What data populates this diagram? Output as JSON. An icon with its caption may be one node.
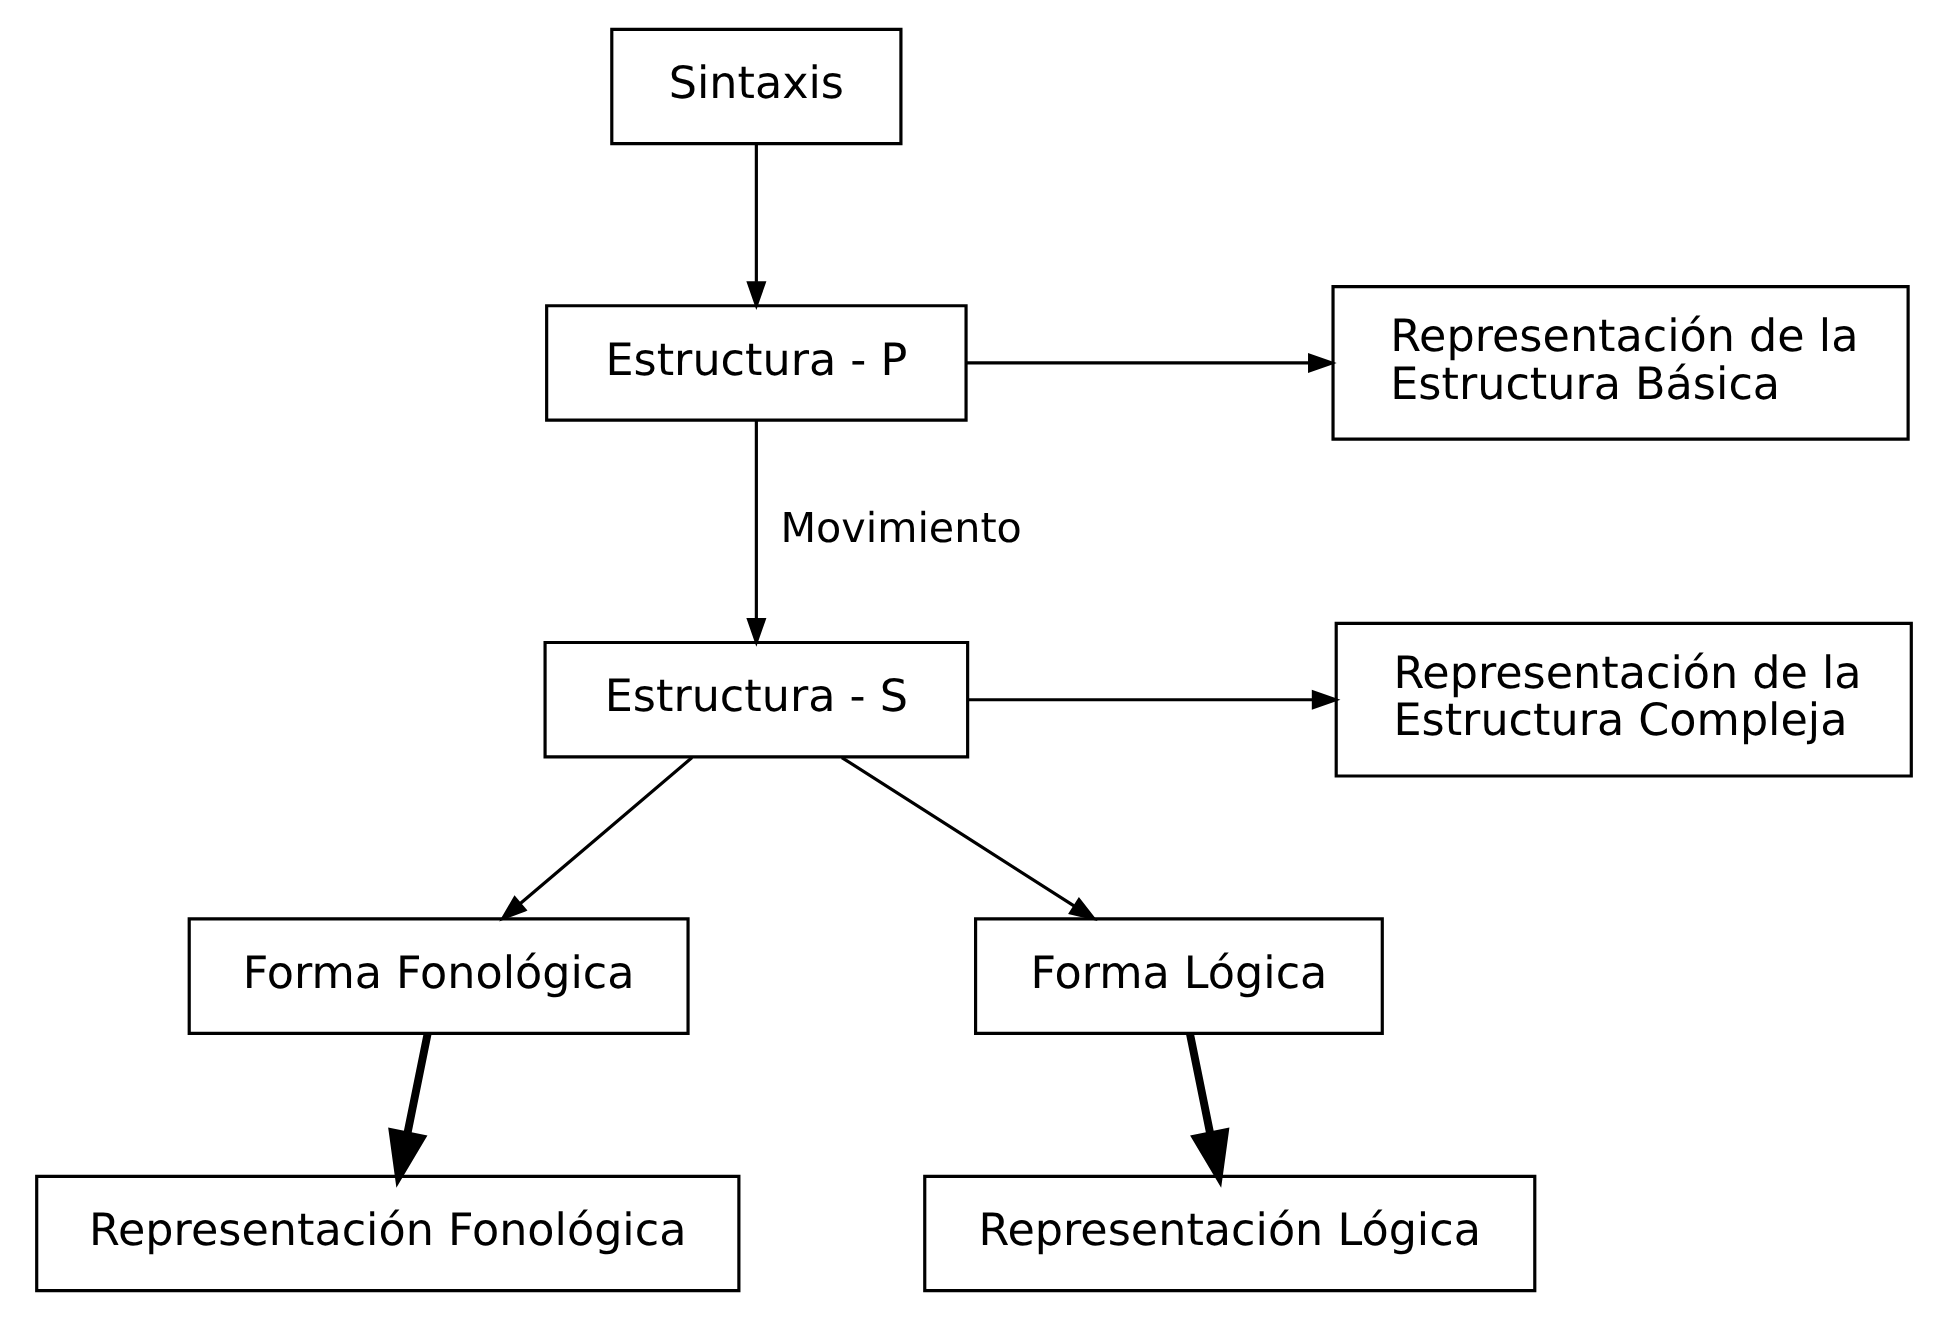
{
  "diagram": {
    "nodes": [
      {
        "text": [
          "Sintaxis"
        ]
      },
      {
        "text": [
          "Estructura - P"
        ]
      },
      {
        "text": [
          "Representación de la Estructura Básica"
        ]
      },
      {
        "text": [
          "Estructura - S"
        ]
      },
      {
        "text": [
          "Representación de la Estructura Compleja"
        ]
      },
      {
        "text": [
          "Forma Fonológica"
        ]
      },
      {
        "text": [
          "Forma Lógica"
        ]
      },
      {
        "text": [
          "Representación Fonológica"
        ]
      },
      {
        "text": [
          "Representación Lógica"
        ]
      }
    ],
    "edges": [
      {
        "from": 0,
        "to": 1,
        "arrow": "to"
      },
      {
        "from": 1,
        "to": 2,
        "arrow": "to"
      },
      {
        "from": 1,
        "to": 3,
        "arrow": "to",
        "label": "Movimiento"
      },
      {
        "from": 3,
        "to": 4,
        "arrow": "to"
      },
      {
        "from": 3,
        "to": 5,
        "arrow": "to"
      },
      {
        "from": 3,
        "to": 6,
        "arrow": "to"
      },
      {
        "from": 5,
        "to": 7,
        "arrow": "to",
        "style": "thick"
      },
      {
        "from": 6,
        "to": 8,
        "arrow": "to",
        "style": "thick"
      }
    ]
  }
}
